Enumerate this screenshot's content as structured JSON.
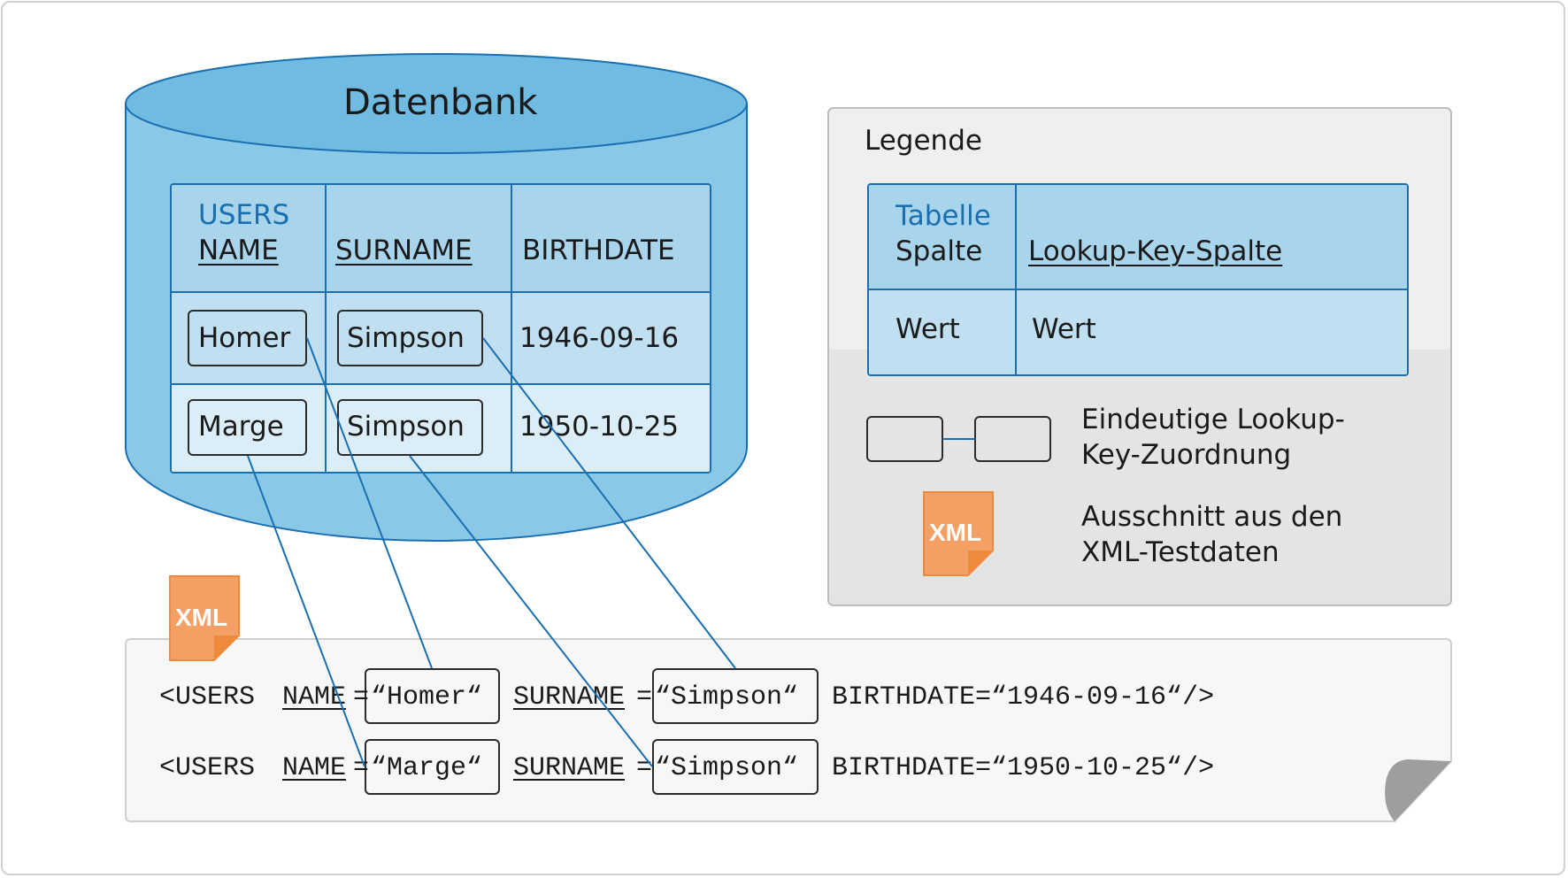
{
  "database": {
    "title": "Datenbank",
    "table": {
      "name": "USERS",
      "columns": [
        "NAME",
        "SURNAME",
        "BIRTHDATE"
      ],
      "rows": [
        [
          "Homer",
          "Simpson",
          "1946-09-16"
        ],
        [
          "Marge",
          "Simpson",
          "1950-10-25"
        ]
      ]
    }
  },
  "legend": {
    "title": "Legende",
    "table_label": "Tabelle",
    "column_label": "Spalte",
    "lookup_column_label": "Lookup-Key-Spalte",
    "value1": "Wert",
    "value2": "Wert",
    "mapping_label_line1": "Eindeutige Lookup-",
    "mapping_label_line2": "Key-Zuordnung",
    "xml_label_line1": "Ausschnitt aus den",
    "xml_label_line2": "XML-Testdaten",
    "xml_icon_text": "XML"
  },
  "xml_snippet": {
    "icon_text": "XML",
    "lines": [
      {
        "prefix": "<USERS ",
        "name_attr": "NAME",
        "eq1": "=",
        "name_val": "“Homer“",
        "surname_attr": "SURNAME",
        "eq2": "=",
        "surname_val": "“Simpson“",
        "rest": "BIRTHDATE=“1946-09-16“/>"
      },
      {
        "prefix": "<USERS ",
        "name_attr": "NAME",
        "eq1": "=",
        "name_val": "“Marge“",
        "surname_attr": "SURNAME",
        "eq2": "=",
        "surname_val": "“Simpson“",
        "rest": "BIRTHDATE=“1950-10-25“/>"
      }
    ]
  },
  "colors": {
    "cylinder_top": "#6fbbe2",
    "cylinder_body": "#8ac8e7",
    "table_header": "#a8d4ec",
    "row1": "#c0dff1",
    "row2": "#dbeef8",
    "legend_bg_top": "#efefef",
    "legend_bg_bottom": "#e4e4e4",
    "xml_orange": "#f4a064",
    "link_line": "#1a6fb0"
  }
}
